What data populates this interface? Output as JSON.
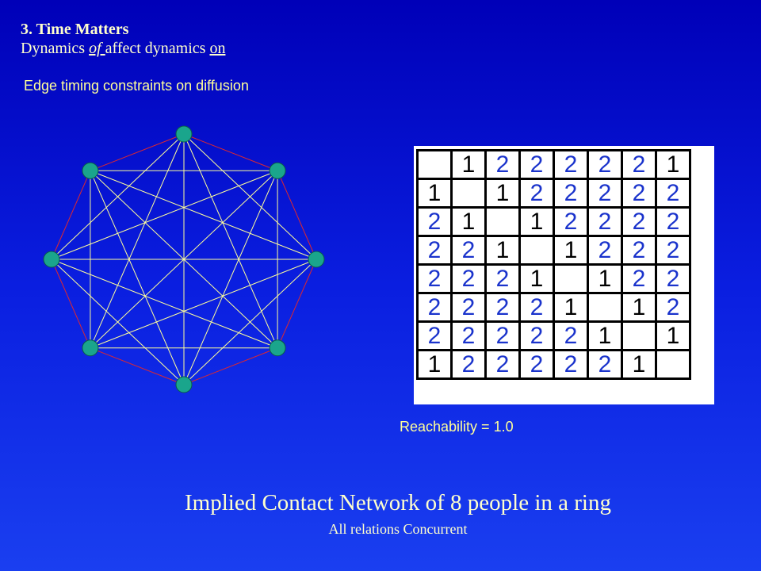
{
  "slide": {
    "title": "3. Time Matters",
    "subtitle_parts": [
      "Dynamics ",
      "of ",
      "affect dynamics ",
      "on"
    ],
    "heading": "Edge timing constraints on diffusion",
    "reachability_label": "Reachability = 1.0",
    "caption": "Implied Contact Network of 8 people in a ring",
    "caption_sub": "All relations Concurrent"
  },
  "network": {
    "node_count": 8,
    "node_color": "#1aa58c",
    "ring_edge_color": "#e0282d",
    "chord_edge_color": "#ffff99"
  },
  "matrix": {
    "colors": {
      "1": "#000000",
      "2": "#1a33cc"
    },
    "rows": [
      [
        "",
        "1",
        "2",
        "2",
        "2",
        "2",
        "2",
        "1"
      ],
      [
        "1",
        "",
        "1",
        "2",
        "2",
        "2",
        "2",
        "2"
      ],
      [
        "2",
        "1",
        "",
        "1",
        "2",
        "2",
        "2",
        "2"
      ],
      [
        "2",
        "2",
        "1",
        "",
        "1",
        "2",
        "2",
        "2"
      ],
      [
        "2",
        "2",
        "2",
        "1",
        "",
        "1",
        "2",
        "2"
      ],
      [
        "2",
        "2",
        "2",
        "2",
        "1",
        "",
        "1",
        "2"
      ],
      [
        "2",
        "2",
        "2",
        "2",
        "2",
        "1",
        "",
        "1"
      ],
      [
        "1",
        "2",
        "2",
        "2",
        "2",
        "2",
        "1",
        ""
      ]
    ]
  }
}
